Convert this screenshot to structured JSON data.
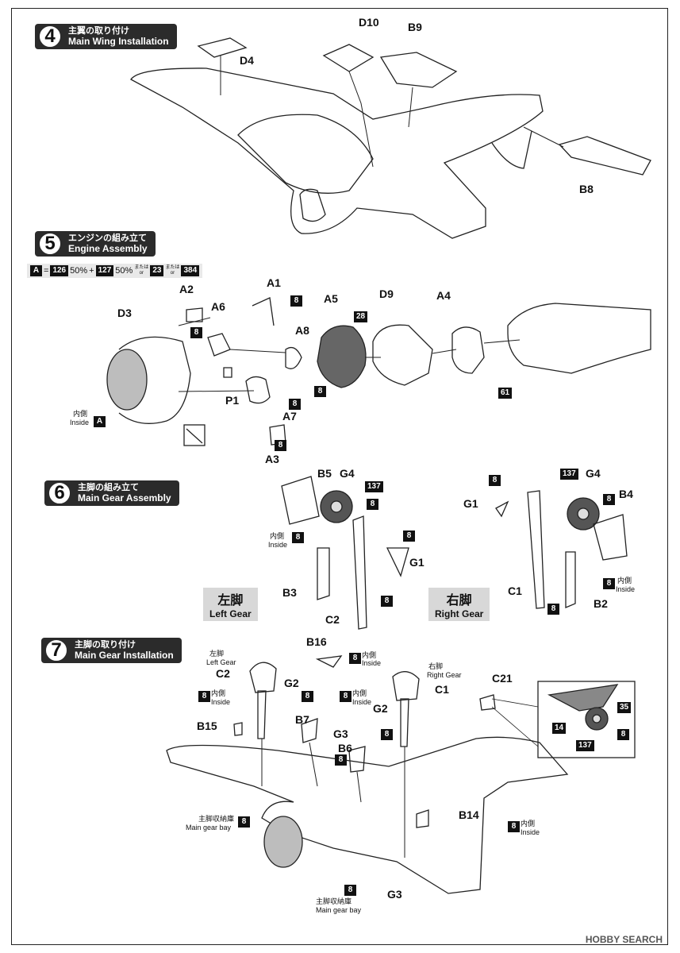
{
  "steps": [
    {
      "num": "4",
      "jp": "主翼の取り付け",
      "en": "Main Wing Installation"
    },
    {
      "num": "5",
      "jp": "エンジンの組み立て",
      "en": "Engine Assembly"
    },
    {
      "num": "6",
      "jp": "主脚の組み立て",
      "en": "Main Gear Assembly"
    },
    {
      "num": "7",
      "jp": "主脚の取り付け",
      "en": "Main Gear Installation"
    }
  ],
  "paint_formula": {
    "code": "A",
    "eq": "=",
    "c1": "126",
    "p1": "50%",
    "plus": "+",
    "c2": "127",
    "p2": "50%",
    "or_jp": "または",
    "or_en": "or",
    "c3": "23",
    "c4": "384"
  },
  "step4": {
    "parts": [
      "D10",
      "B9",
      "D4",
      "B8"
    ]
  },
  "step5": {
    "parts": [
      "A1",
      "A2",
      "A6",
      "D3",
      "A8",
      "A5",
      "D9",
      "A4",
      "P1",
      "A7",
      "A3"
    ],
    "codes": [
      "8",
      "8",
      "8",
      "28",
      "8",
      "8",
      "61"
    ],
    "inside_jp": "内側",
    "inside_en": "Inside",
    "inside_code": "A"
  },
  "step6": {
    "left_parts": [
      "B5",
      "G4",
      "G1",
      "B3",
      "C2"
    ],
    "left_codes": [
      "137",
      "8",
      "8",
      "8",
      "8"
    ],
    "right_parts": [
      "G4",
      "B4",
      "G1",
      "C1",
      "B2"
    ],
    "right_codes": [
      "8",
      "137",
      "8",
      "8",
      "8"
    ],
    "inside_jp": "内側",
    "inside_en": "Inside",
    "left_gear_jp": "左脚",
    "left_gear_en": "Left Gear",
    "right_gear_jp": "右脚",
    "right_gear_en": "Right Gear"
  },
  "step7": {
    "left_gear_jp": "左脚",
    "left_gear_en": "Left Gear",
    "right_gear_jp": "右脚",
    "right_gear_en": "Right Gear",
    "parts": [
      "C2",
      "G2",
      "B7",
      "B15",
      "G3",
      "B6",
      "B16",
      "C1",
      "G2",
      "C21",
      "B14",
      "G3"
    ],
    "inside_jp": "内側",
    "inside_en": "Inside",
    "bay_jp": "主脚収納庫",
    "bay_en": "Main gear bay",
    "code8": "8",
    "detail_codes": [
      "35",
      "14",
      "8",
      "137"
    ]
  },
  "watermark": "HOBBY SEARCH"
}
